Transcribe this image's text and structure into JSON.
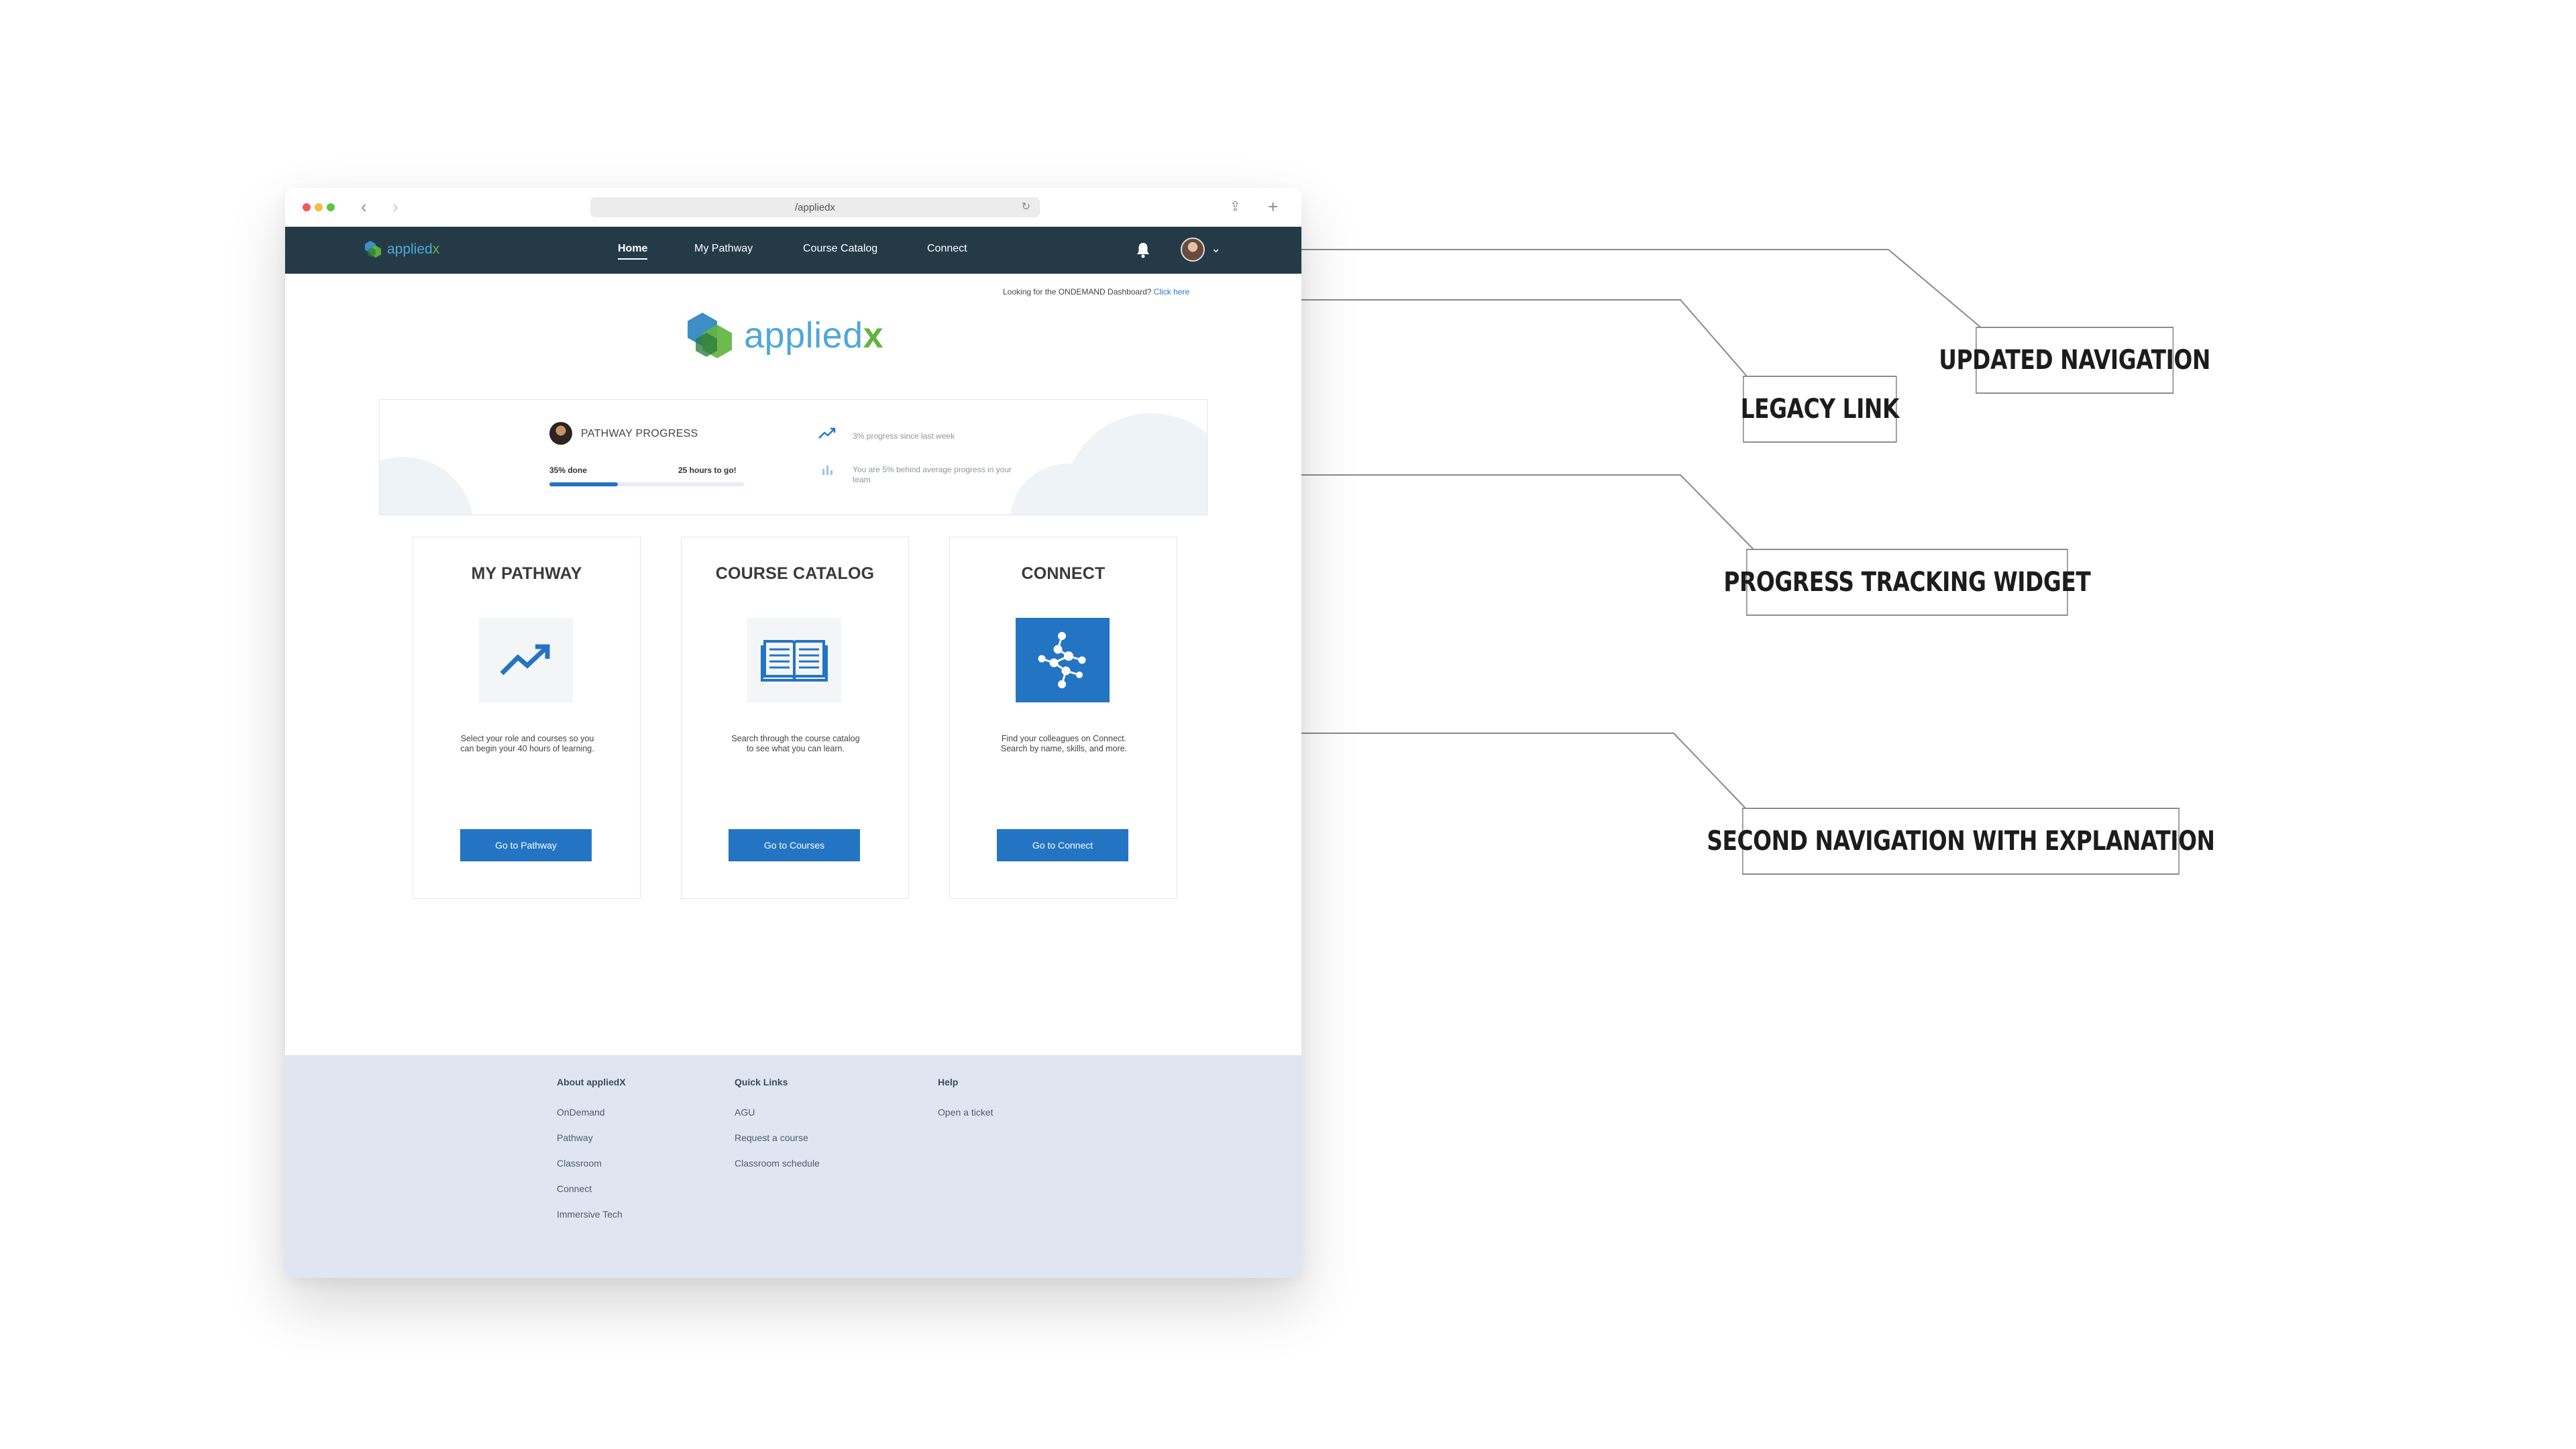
{
  "browser": {
    "url": "/appliedx",
    "back": "‹",
    "forward": "›",
    "share": "⇪",
    "new_tab": "+",
    "reload": "↻"
  },
  "nav": {
    "brand_prefix": "applied",
    "brand_suffix": "x",
    "links": [
      "Home",
      "My Pathway",
      "Course Catalog",
      "Connect"
    ],
    "active": "Home",
    "chevron": "⌄"
  },
  "legacy": {
    "text": "Looking for the ONDEMAND Dashboard?",
    "link": "Click here"
  },
  "logo": {
    "prefix": "applied",
    "suffix": "x"
  },
  "progress": {
    "title": "PATHWAY PROGRESS",
    "done_label": "35% done",
    "done_fraction": 0.35,
    "hours_label": "25 hours to go!",
    "stats": [
      {
        "icon": "trend-up-icon",
        "text": "3% progress since last week"
      },
      {
        "icon": "bar-chart-icon",
        "text": "You are 5% behind average progress in your team"
      }
    ]
  },
  "cards": [
    {
      "title": "MY PATHWAY",
      "icon": "trend-up-icon",
      "desc": "Select your role and courses so you can begin your 40 hours of learning.",
      "button": "Go to Pathway"
    },
    {
      "title": "COURSE CATALOG",
      "icon": "book-icon",
      "desc": "Search through the course catalog to see what you can learn.",
      "button": "Go to Courses"
    },
    {
      "title": "CONNECT",
      "icon": "network-icon",
      "desc": "Find your colleagues on Connect. Search by name, skills, and more.",
      "button": "Go to Connect"
    }
  ],
  "footer": {
    "columns": [
      {
        "heading": "About appliedX",
        "links": [
          "OnDemand",
          "Pathway",
          "Classroom",
          "Connect",
          "Immersive Tech"
        ]
      },
      {
        "heading": "Quick Links",
        "links": [
          "AGU",
          "Request a course",
          "Classroom schedule"
        ]
      },
      {
        "heading": "Help",
        "links": [
          "Open a ticket"
        ]
      }
    ]
  },
  "annotations": [
    "UPDATED NAVIGATION",
    "LEGACY LINK",
    "PROGRESS TRACKING WIDGET",
    "SECOND NAVIGATION WITH EXPLANATION"
  ],
  "colors": {
    "nav_bg": "#243b47",
    "primary": "#2474c4",
    "brand_blue": "#4fa8d8",
    "brand_green": "#62b440",
    "footer_bg": "#dfe6f2"
  }
}
